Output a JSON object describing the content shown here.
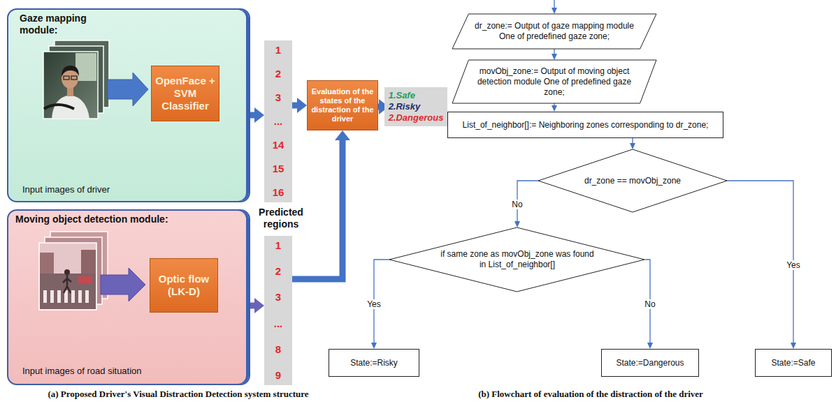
{
  "diagram": {
    "nodes": [
      {
        "text": [
          "Gaze mapping module:",
          "Input images of driver"
        ]
      },
      {
        "text": [
          "OpenFace + SVM Classifier"
        ],
        "in": 0
      },
      {
        "text": [
          "1",
          "2",
          "3",
          "...",
          "14",
          "15",
          "16"
        ]
      },
      {
        "text": [
          "Evaluation of the states of the distraction of the driver"
        ]
      },
      {
        "text": [
          "1.Safe",
          "2.Risky",
          "2.Dangerous"
        ]
      },
      {
        "text": [
          "Moving object detection module:",
          "Input images of road situation"
        ]
      },
      {
        "text": [
          "Optic flow (LK-D)"
        ],
        "in": 5
      },
      {
        "text": [
          "1",
          "2",
          "3",
          "...",
          "8",
          "9"
        ]
      },
      {
        "text": [
          "dr_zone:= Output of gaze mapping module One of predefined gaze zone;"
        ]
      },
      {
        "text": [
          "movObj_zone:= Output of moving object detection module One of predefined gaze zone;"
        ]
      },
      {
        "text": [
          "List_of_neighbor[]:= Neighboring zones corresponding to dr_zone;"
        ]
      },
      {
        "text": [
          "dr_zone == movObj_zone"
        ]
      },
      {
        "text": [
          "if same zone as movObj_zone was found in List_of_neighbor[]"
        ]
      },
      {
        "text": [
          "State:=Risky"
        ]
      },
      {
        "text": [
          "State:=Dangerous"
        ]
      },
      {
        "text": [
          "State:=Safe"
        ]
      }
    ],
    "edges": [
      {
        "from": 0,
        "to": 2,
        "arrow": "to"
      },
      {
        "from": 2,
        "to": 3,
        "arrow": "to"
      },
      {
        "from": 3,
        "to": 4,
        "arrow": "to"
      },
      {
        "from": 5,
        "to": 7,
        "arrow": "to"
      },
      {
        "from": 7,
        "to": 3,
        "arrow": "to"
      },
      {
        "from": 8,
        "to": 9,
        "arrow": "to"
      },
      {
        "from": 9,
        "to": 10,
        "arrow": "to"
      },
      {
        "from": 10,
        "to": 11,
        "arrow": "to"
      },
      {
        "from": 11,
        "to": 12,
        "label": "No",
        "arrow": "to"
      },
      {
        "from": 11,
        "to": 15,
        "label": "Yes",
        "arrow": "to"
      },
      {
        "from": 12,
        "to": 13,
        "label": "Yes",
        "arrow": "to"
      },
      {
        "from": 12,
        "to": 14,
        "label": "No",
        "arrow": "to"
      }
    ],
    "labels": [
      "Predicted regions",
      "(a) Proposed Driver's Visual Distraction Detection system structure",
      "(b) Flowchart of evaluation of the distraction of the driver"
    ]
  }
}
